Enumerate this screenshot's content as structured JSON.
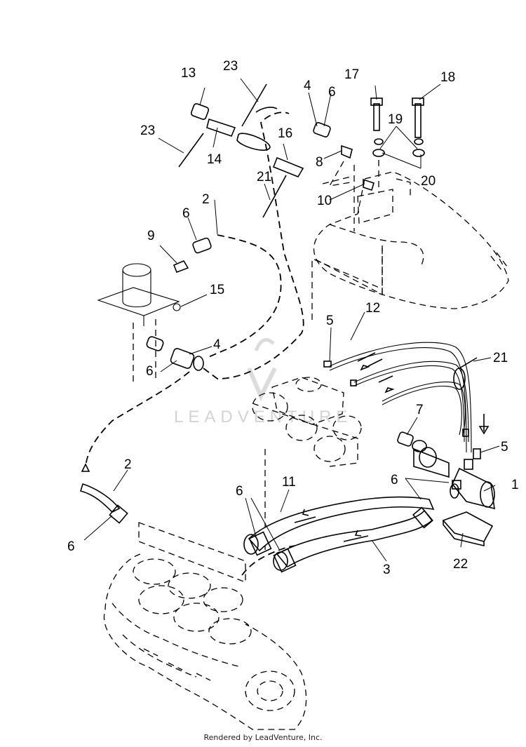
{
  "diagram": {
    "callouts": {
      "c1": "1",
      "c2a": "2",
      "c2b": "2",
      "c3": "3",
      "c4a": "4",
      "c4b": "4",
      "c5a": "5",
      "c5b": "5",
      "c6a": "6",
      "c6b": "6",
      "c6c": "6",
      "c6d": "6",
      "c6e": "6",
      "c6f": "6",
      "c7": "7",
      "c8": "8",
      "c9": "9",
      "c10": "10",
      "c11": "11",
      "c12": "12",
      "c13": "13",
      "c14": "14",
      "c15": "15",
      "c16": "16",
      "c17": "17",
      "c18": "18",
      "c19": "19",
      "c20": "20",
      "c21a": "21",
      "c21b": "21",
      "c22": "22",
      "c23a": "23",
      "c23b": "23"
    },
    "watermark": "LEADVENTURE"
  },
  "footer": {
    "text": "Rendered by LeadVenture, Inc."
  }
}
